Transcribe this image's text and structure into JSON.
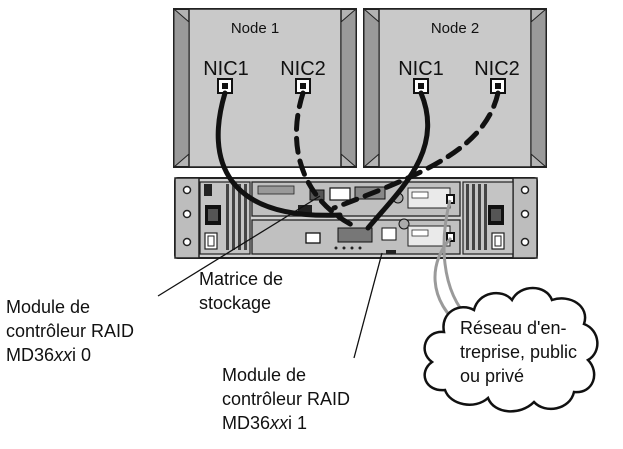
{
  "nodes": [
    {
      "title": "Node 1",
      "nic1": "NIC1",
      "nic2": "NIC2"
    },
    {
      "title": "Node 2",
      "nic1": "NIC1",
      "nic2": "NIC2"
    }
  ],
  "labels": {
    "storage_array": [
      "Matrice de",
      "stockage"
    ],
    "controller0": {
      "line1": "Module de",
      "line2": "contrôleur RAID",
      "prefix": "MD36",
      "italic": "xx",
      "suffix": "i 0"
    },
    "controller1": {
      "line1": "Module de",
      "line2": "contrôleur RAID",
      "prefix": "MD36",
      "italic": "xx",
      "suffix": "i 1"
    },
    "network": [
      "Réseau d'en-",
      "treprise, public",
      "ou privé"
    ]
  }
}
